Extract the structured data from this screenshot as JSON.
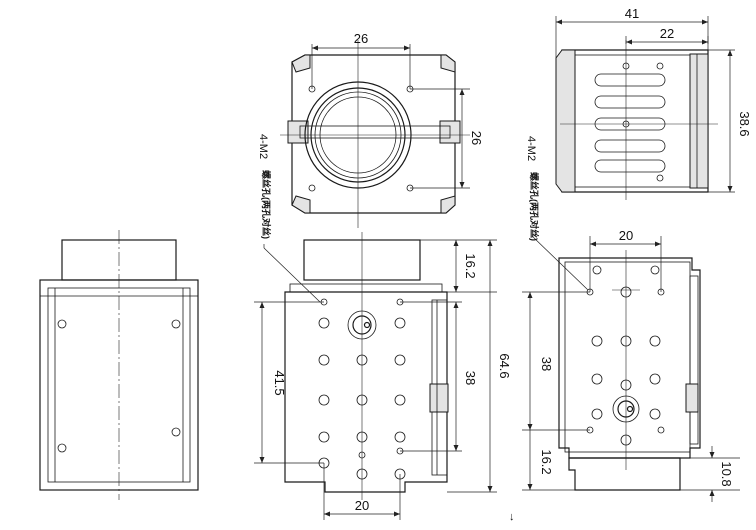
{
  "dimensions": {
    "front_top_width": "26",
    "front_top_height": "26",
    "front_bottom_width": "20",
    "front_hole_span": "41.5",
    "front_right_span": "38",
    "front_total_height": "64.6",
    "front_lens_height": "16.2",
    "side_total_width": "41",
    "side_partial_width": "22",
    "side_height": "38.6",
    "rear_width": "20",
    "rear_hole_span": "38",
    "rear_lens_height": "16.2",
    "rear_base_height": "10.8"
  },
  "notes": {
    "front_screw_code": "4-M2",
    "front_screw_desc": "螺丝孔(两孔对丝)",
    "rear_screw_code": "4-M2",
    "rear_screw_desc": "螺丝孔(两孔对丝)",
    "corner_mark": "↓"
  },
  "colors": {
    "line": "#1a1a1a",
    "fill": "#e4e4e4",
    "background": "#ffffff"
  }
}
